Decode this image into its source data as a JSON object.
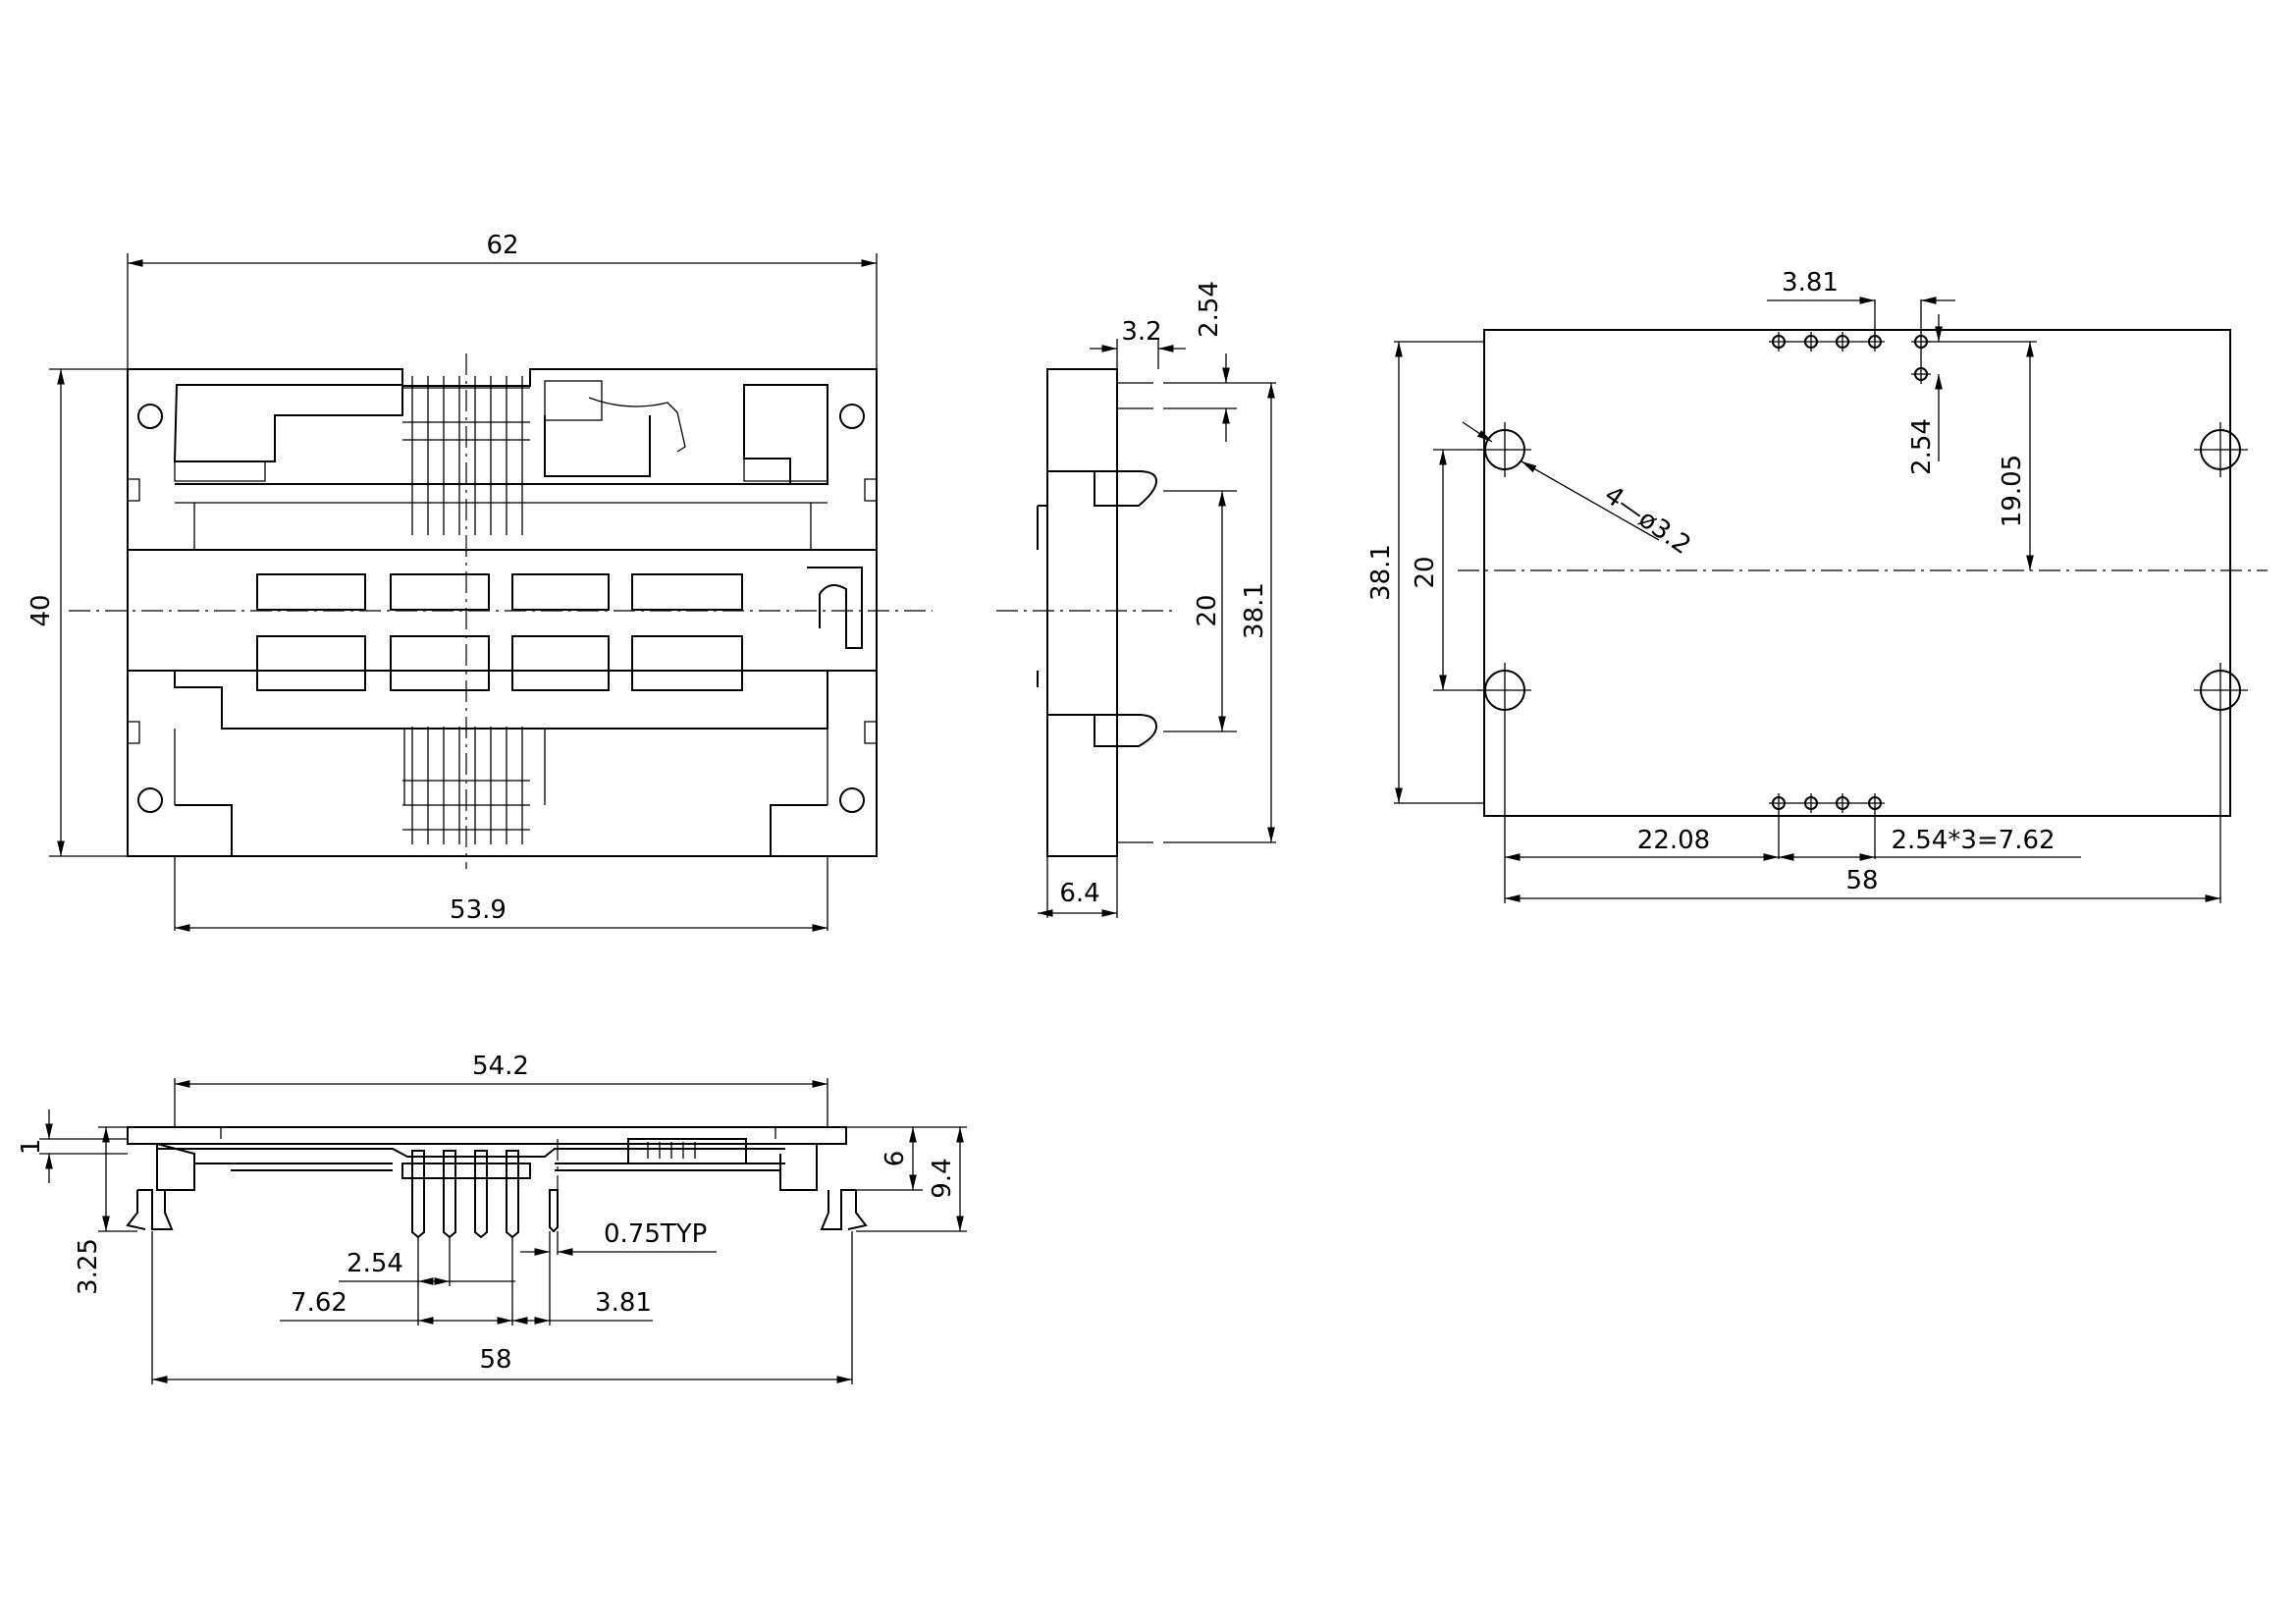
{
  "front_view": {
    "dim_width": "62",
    "dim_height": "40",
    "dim_inner_width": "53.9"
  },
  "side_view": {
    "dim_offset": "3.2",
    "dim_pin_pitch": "2.54",
    "dim_post_spacing": "20",
    "dim_pin_span": "38.1",
    "dim_depth": "6.4"
  },
  "pcb_view": {
    "dim_row_offset": "3.81",
    "dim_pitch": "2.54",
    "dim_row_height": "19.05",
    "dim_hole": "4—ø3.2",
    "dim_span": "38.1",
    "dim_hole_spacing": "20",
    "dim_offset": "22.08",
    "dim_pitch_total": "2.54*3=7.62",
    "dim_width": "58"
  },
  "bottom_view": {
    "dim_top_width": "54.2",
    "dim_thickness": "1",
    "dim_clip": "3.25",
    "dim_body": "6",
    "dim_height": "9.4",
    "dim_pin_width": "0.75TYP",
    "dim_pitch": "2.54",
    "dim_pin_span": "7.62",
    "dim_offset": "3.81",
    "dim_width": "58"
  }
}
